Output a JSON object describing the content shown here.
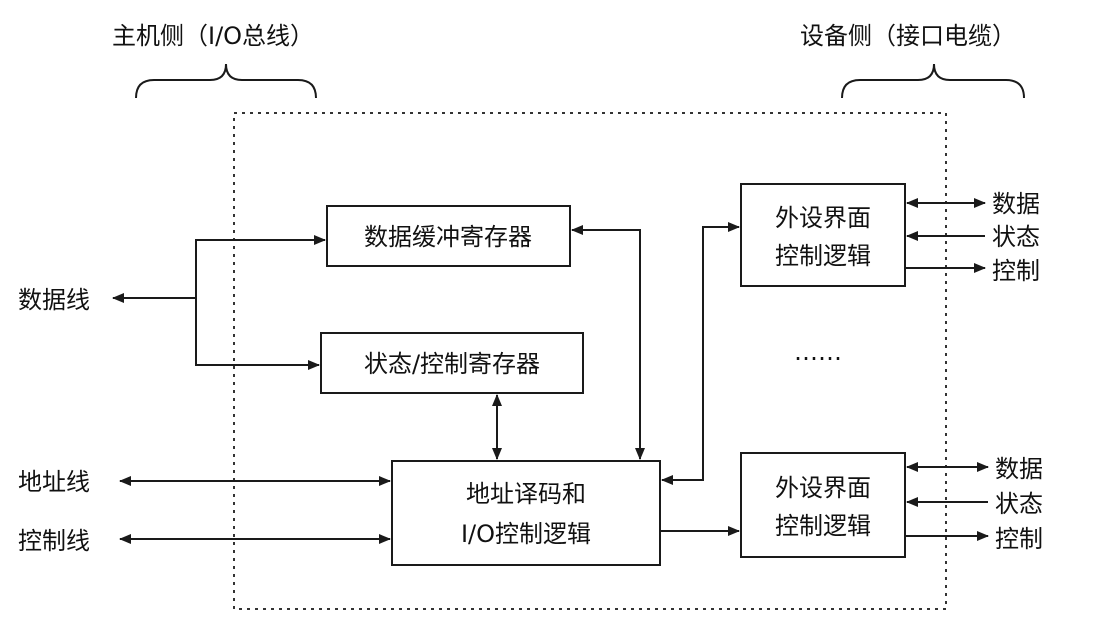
{
  "headers": {
    "host_side": "主机侧（I/O总线）",
    "device_side": "设备侧（接口电缆）"
  },
  "blocks": {
    "data_buffer": "数据缓冲寄存器",
    "status_control": "状态/控制寄存器",
    "decode_line1": "地址译码和",
    "decode_line2": "I/O控制逻辑",
    "peripheral_top_line1": "外设界面",
    "peripheral_top_line2": "控制逻辑",
    "peripheral_bottom_line1": "外设界面",
    "peripheral_bottom_line2": "控制逻辑"
  },
  "host_lines": {
    "data_line": "数据线",
    "address_line": "地址线",
    "control_line": "控制线"
  },
  "device_signals_top": [
    "数据",
    "状态",
    "控制"
  ],
  "device_signals_bottom": [
    "数据",
    "状态",
    "控制"
  ],
  "ellipsis": "……"
}
